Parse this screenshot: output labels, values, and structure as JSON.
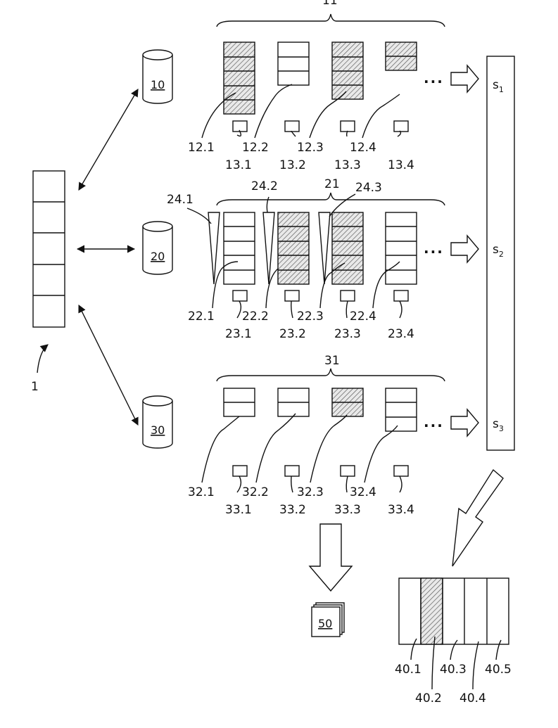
{
  "labels": {
    "group_11": "11",
    "group_21": "21",
    "group_31": "31",
    "store_10": "10",
    "store_20": "20",
    "store_30": "30",
    "client_1": "1",
    "doc_50": "50",
    "dots": "...",
    "s1": "s",
    "s1_sub": "1",
    "s2": "s",
    "s2_sub": "2",
    "s3": "s",
    "s3_sub": "3",
    "row1_lists": [
      "12.1",
      "12.2",
      "12.3",
      "12.4"
    ],
    "row1_keys": [
      "13.1",
      "13.2",
      "13.3",
      "13.4"
    ],
    "row2_lists": [
      "22.1",
      "22.2",
      "22.3",
      "22.4"
    ],
    "row2_keys": [
      "23.1",
      "23.2",
      "23.3",
      "23.4"
    ],
    "row2_wedges": [
      "24.1",
      "24.2",
      "24.3"
    ],
    "row3_lists": [
      "32.1",
      "32.2",
      "32.3",
      "32.4"
    ],
    "row3_keys": [
      "33.1",
      "33.2",
      "33.3",
      "33.4"
    ],
    "result_cells": [
      "40.1",
      "40.2",
      "40.3",
      "40.4",
      "40.5"
    ]
  },
  "colors": {
    "stroke": "#111111",
    "hatch": "#555555",
    "background": "#ffffff"
  }
}
